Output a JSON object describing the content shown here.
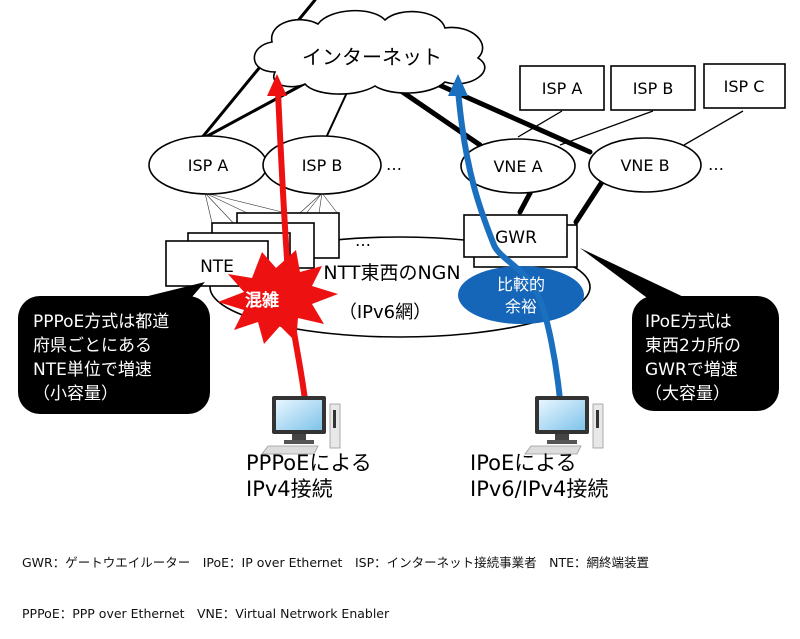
{
  "internet": {
    "label": "インターネット"
  },
  "colors": {
    "pppoe_arrow": "#ee1111",
    "ipoe_arrow": "#1a6fbf",
    "congestion_burst": "#ee1111",
    "spare_ellipse": "#1565b8",
    "callout_bg": "#000000"
  },
  "isp_boxes": [
    {
      "label": "ISP A"
    },
    {
      "label": "ISP B"
    },
    {
      "label": "ISP C"
    }
  ],
  "isp_ellipses": [
    {
      "label": "ISP A"
    },
    {
      "label": "ISP B"
    }
  ],
  "vne_ellipses": [
    {
      "label": "VNE A"
    },
    {
      "label": "VNE B"
    }
  ],
  "ellipsis": "…",
  "nte": {
    "label": "NTE"
  },
  "gwr": {
    "label": "GWR"
  },
  "ngn": {
    "line1": "NTT東西のNGN",
    "line2": "（IPv6網）"
  },
  "congestion": {
    "label": "混雑"
  },
  "spare": {
    "line1": "比較的",
    "line2": "余裕"
  },
  "callout_left": {
    "lines": [
      "PPPoE方式は都道",
      "府県ごとにある",
      "NTE単位で増速",
      "（小容量）"
    ]
  },
  "callout_right": {
    "lines": [
      "IPoE方式は",
      "東西2カ所の",
      "GWRで増速",
      "（大容量）"
    ]
  },
  "pc_left": {
    "line1": "PPPoEによる",
    "line2": "IPv4接続"
  },
  "pc_right": {
    "line1": "IPoEによる",
    "line2": "IPv6/IPv4接続"
  },
  "legend": {
    "line1": "GWR：ゲートウエイルーター　IPoE：IP over Ethernet　ISP：インターネット接続事業者　NTE：網終端装置",
    "line2": "PPPoE：PPP over Ethernet　VNE：Virtual Netrwork Enabler"
  }
}
